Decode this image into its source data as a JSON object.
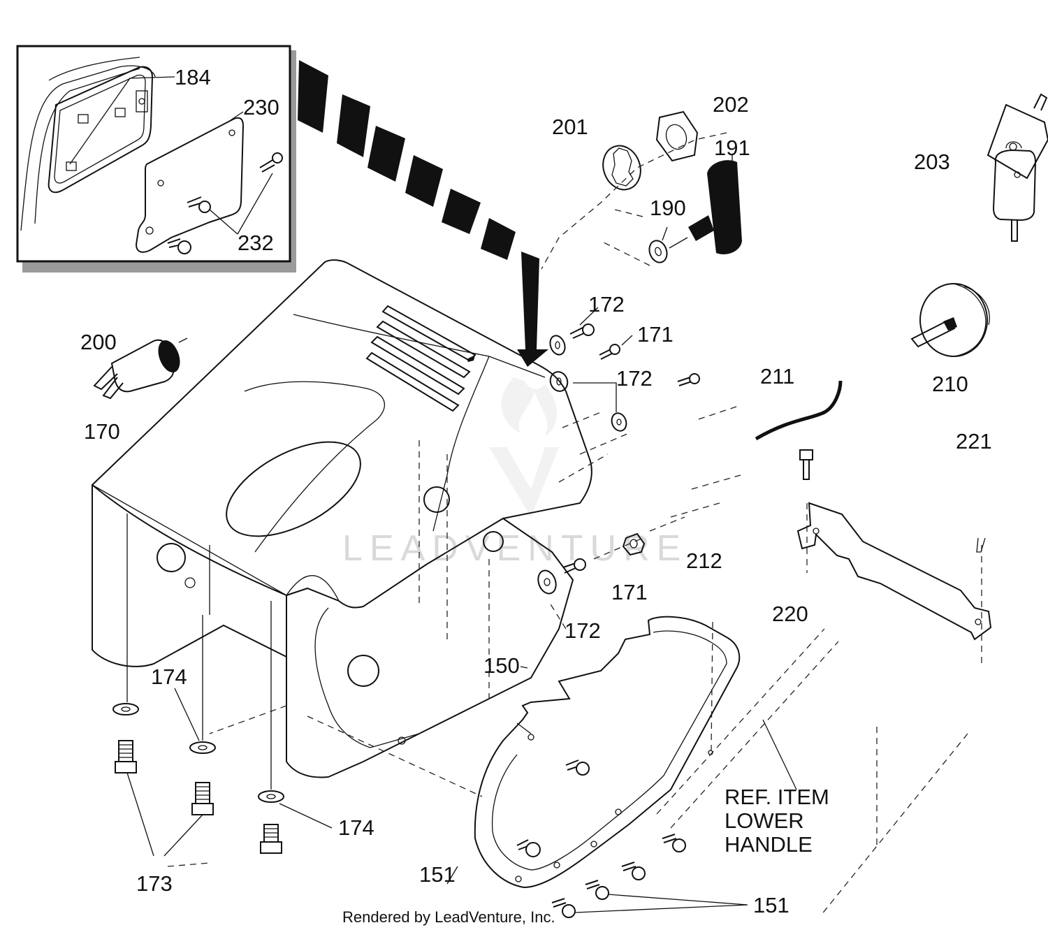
{
  "labels": {
    "p150": "150",
    "p151a": "151",
    "p151b": "151",
    "p170": "170",
    "p171a": "171",
    "p171b": "171",
    "p172a": "172",
    "p172b": "172",
    "p172c": "172",
    "p173": "173",
    "p174a": "174",
    "p174b": "174",
    "p184": "184",
    "p190": "190",
    "p191": "191",
    "p200": "200",
    "p201": "201",
    "p202": "202",
    "p203": "203",
    "p210": "210",
    "p211": "211",
    "p212": "212",
    "p220": "220",
    "p221": "221",
    "p230": "230",
    "p232": "232"
  },
  "reference_note": {
    "line1": "REF. ITEM",
    "line2": "LOWER",
    "line3": "HANDLE"
  },
  "watermark": "LEADVENTURE",
  "footer": "Rendered by LeadVenture, Inc."
}
